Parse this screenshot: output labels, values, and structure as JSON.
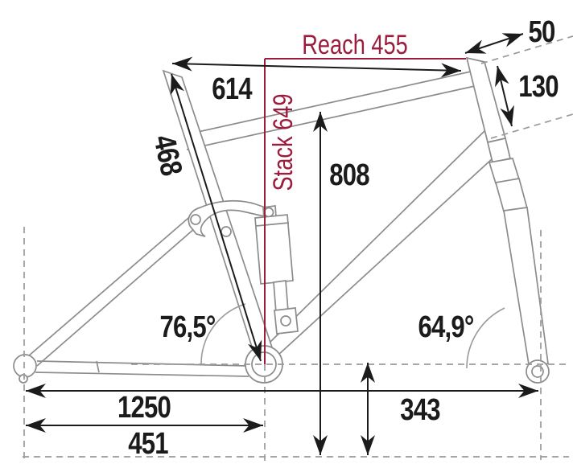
{
  "diagram": {
    "title": "bike-frame-geometry-drawing",
    "colors": {
      "accent_red": "#9B1C3D",
      "dimension_black": "#1b1b1b",
      "frame_gray": "#8c8c8c",
      "dash_gray": "#9a9a9a",
      "background": "#ffffff"
    },
    "labels": {
      "reach": "Reach 455",
      "stack": "Stack 649",
      "top_tube": "614",
      "seat_tube": "468",
      "standover": "808",
      "stem": "50",
      "head_tube": "130",
      "seat_tube_angle": "76,5°",
      "head_tube_angle": "64,9°",
      "wheelbase": "1250",
      "rear_center": "451",
      "bb_height": "343"
    },
    "measurements": [
      {
        "name": "reach",
        "value": 455,
        "unit": "mm"
      },
      {
        "name": "stack",
        "value": 649,
        "unit": "mm"
      },
      {
        "name": "top_tube_length",
        "value": 614,
        "unit": "mm"
      },
      {
        "name": "seat_tube_length",
        "value": 468,
        "unit": "mm"
      },
      {
        "name": "standover_height",
        "value": 808,
        "unit": "mm"
      },
      {
        "name": "stem_length",
        "value": 50,
        "unit": "mm"
      },
      {
        "name": "head_tube_length",
        "value": 130,
        "unit": "mm"
      },
      {
        "name": "seat_tube_angle",
        "value": 76.5,
        "unit": "deg"
      },
      {
        "name": "head_tube_angle",
        "value": 64.9,
        "unit": "deg"
      },
      {
        "name": "wheelbase",
        "value": 1250,
        "unit": "mm"
      },
      {
        "name": "rear_center",
        "value": 451,
        "unit": "mm"
      },
      {
        "name": "bb_height",
        "value": 343,
        "unit": "mm"
      }
    ]
  }
}
